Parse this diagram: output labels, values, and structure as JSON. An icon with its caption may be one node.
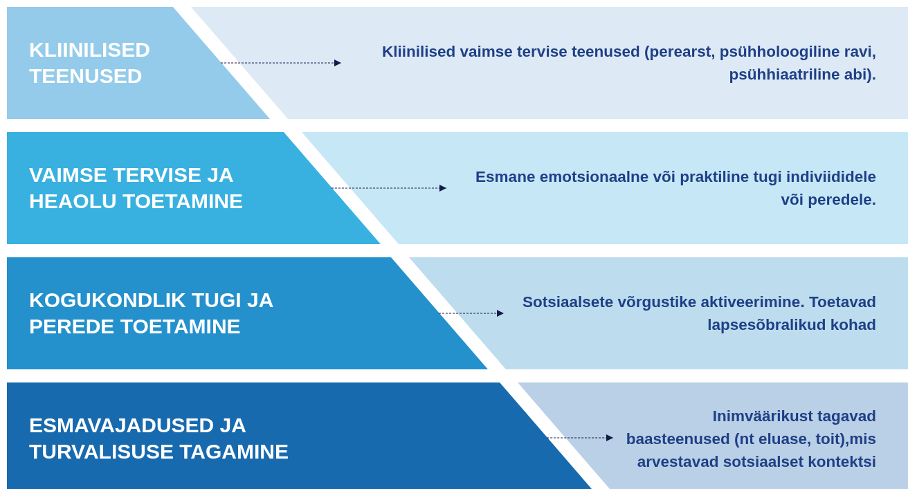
{
  "diagram": {
    "nodes": [
      {
        "text": [
          "KLIINILISED TEENUSED"
        ]
      },
      {
        "text": [
          "Kliinilised vaimse tervise teenused (perearst, psühholoogiline ravi, psühhiaatriline abi)."
        ]
      },
      {
        "text": [
          "VAIMSE TERVISE JA HEAOLU TOETAMINE"
        ]
      },
      {
        "text": [
          "Esmane emotsionaalne või praktiline tugi indiviididele või peredele."
        ]
      },
      {
        "text": [
          "KOGUKONDLIK TUGI JA PEREDE TOETAMINE"
        ]
      },
      {
        "text": [
          "Sotsiaalsete võrgustike aktiveerimine. Toetavad lapsesõbralikud kohad"
        ]
      },
      {
        "text": [
          "ESMAVAJADUSED JA TURVALISUSE TAGAMINE"
        ]
      },
      {
        "text": [
          "Inimväärikust tagavad baasteenused (nt eluase, toit),mis arvestavad sotsiaalset kontektsi"
        ]
      }
    ],
    "edges": [
      {
        "from": 0,
        "to": 1,
        "arrow": "to",
        "style": "dashed"
      },
      {
        "from": 2,
        "to": 3,
        "arrow": "to",
        "style": "dashed"
      },
      {
        "from": 4,
        "to": 5,
        "arrow": "to",
        "style": "dashed"
      },
      {
        "from": 6,
        "to": 7,
        "arrow": "to",
        "style": "dashed"
      }
    ]
  }
}
